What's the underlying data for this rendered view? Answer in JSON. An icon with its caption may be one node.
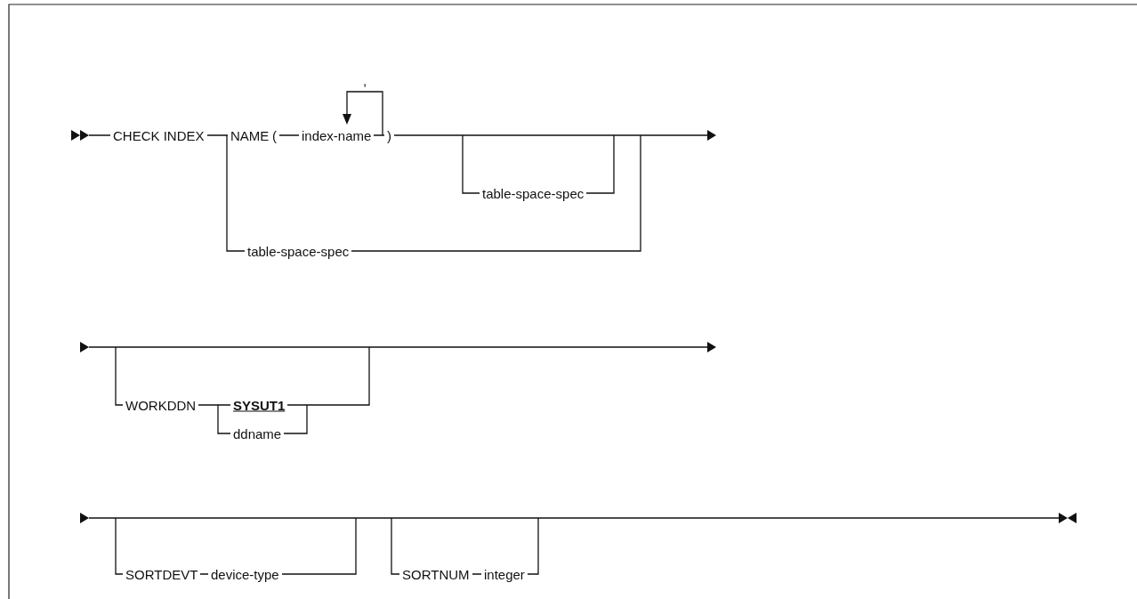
{
  "diagram": {
    "labels": [
      ",",
      "CHECK INDEX",
      "NAME",
      "(",
      "index-name",
      ")",
      "table-space-spec",
      "table-space-spec",
      "WORKDDN",
      "SYSUT1",
      "ddname",
      "SORTDEVT",
      "device-type",
      "SORTNUM",
      "integer"
    ]
  }
}
